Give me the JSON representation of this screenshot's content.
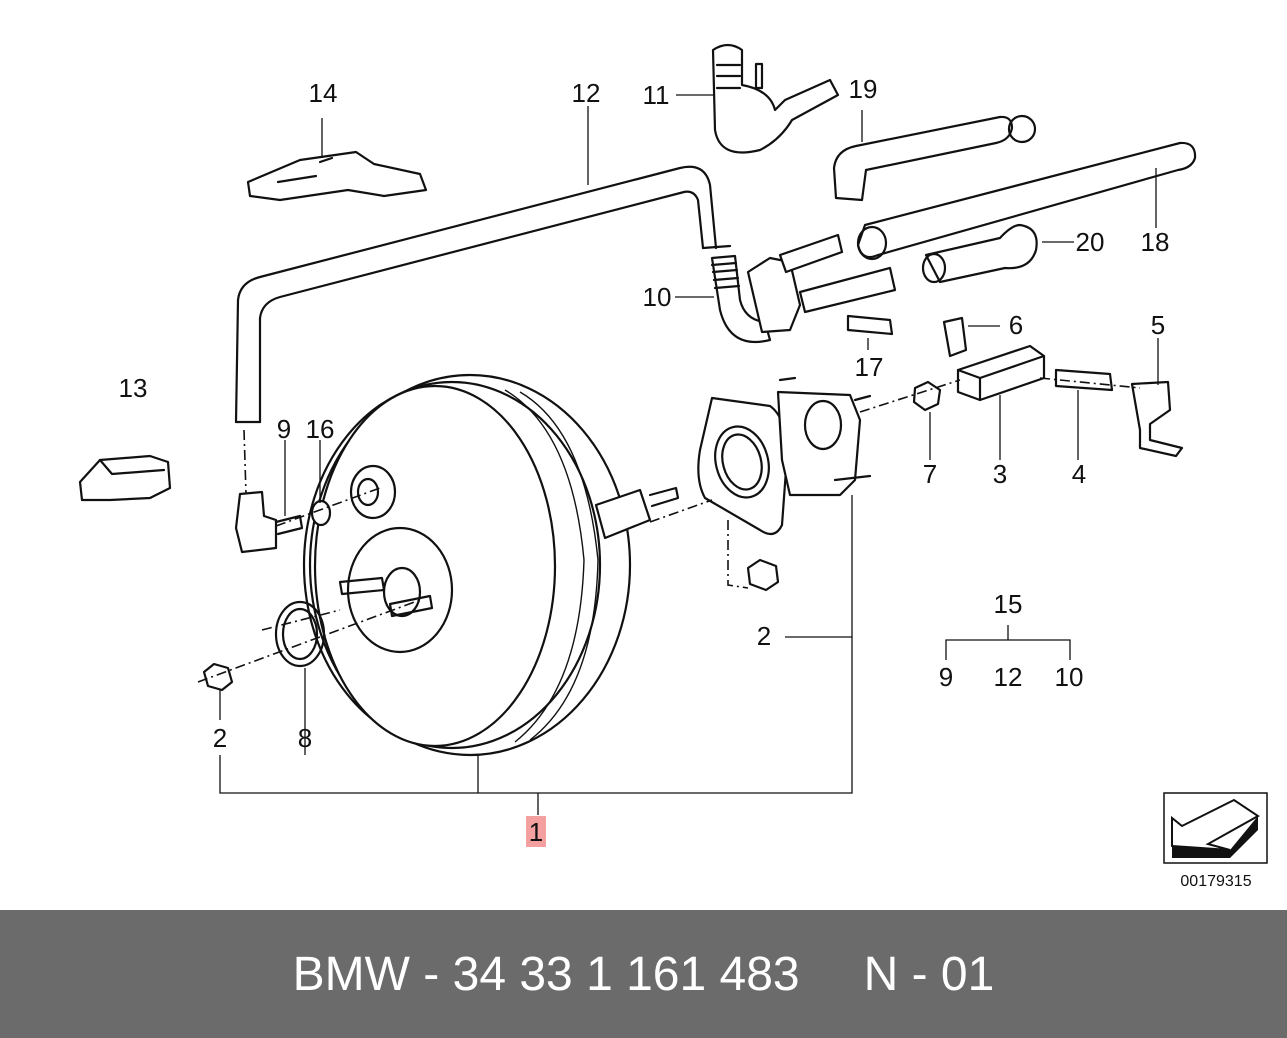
{
  "diagram": {
    "callouts": {
      "c1": "1",
      "c2a": "2",
      "c2b": "2",
      "c3": "3",
      "c4": "4",
      "c5": "5",
      "c6": "6",
      "c7": "7",
      "c8": "8",
      "c9a": "9",
      "c9b": "9",
      "c10a": "10",
      "c10b": "10",
      "c11": "11",
      "c12a": "12",
      "c12b": "12",
      "c13": "13",
      "c14": "14",
      "c15": "15",
      "c16": "16",
      "c17": "17",
      "c18": "18",
      "c19": "19",
      "c20": "20"
    },
    "highlight_color": "#f4a0a0",
    "drawing_number": "00179315",
    "direction_icon": "arrow-direction-icon"
  },
  "footer": {
    "part_number": "BMW - 34 33 1 161 483",
    "variant": "N - 01"
  }
}
